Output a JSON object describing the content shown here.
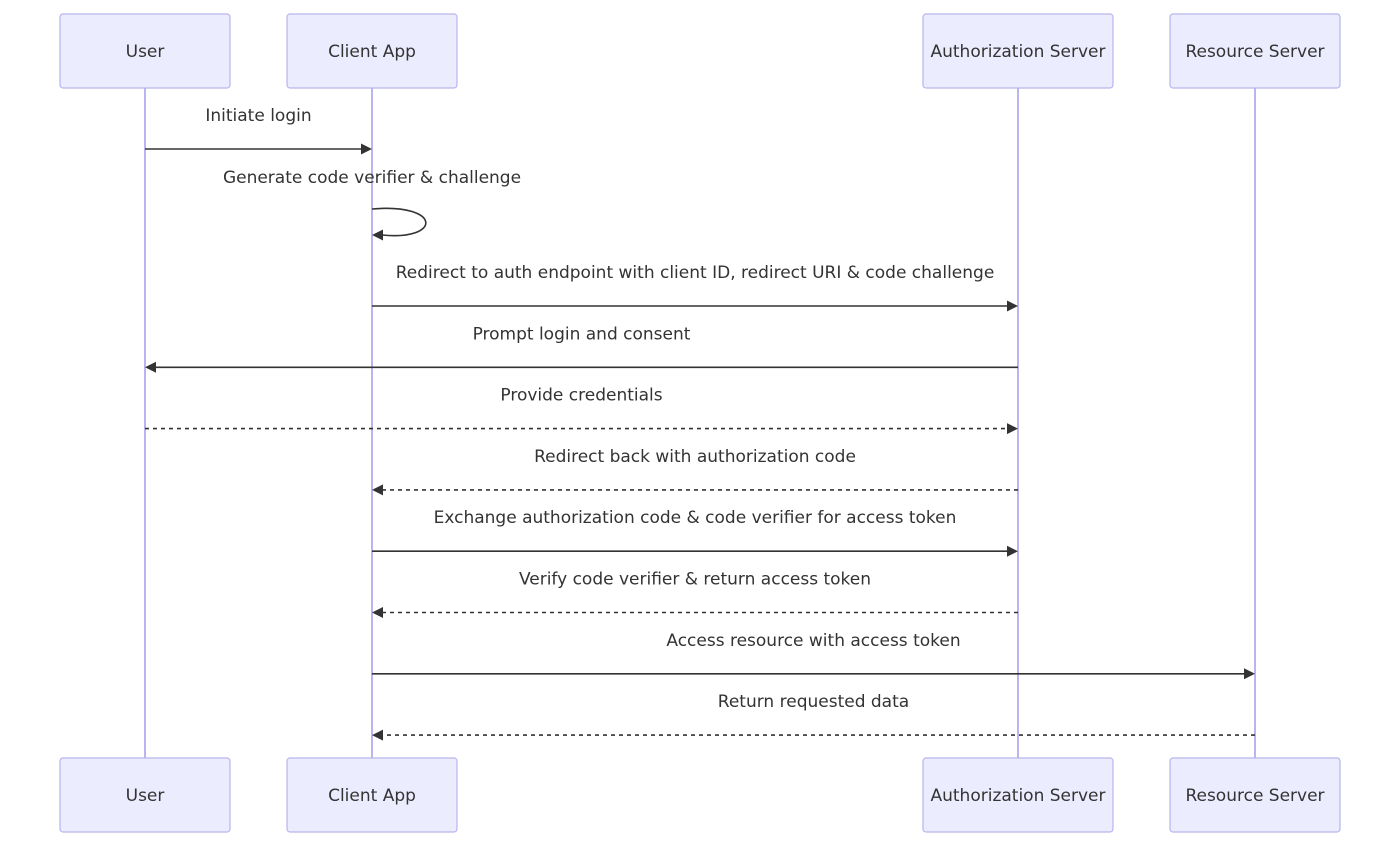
{
  "colors": {
    "actor_fill": "#ececff",
    "actor_border": "#b8b4ec",
    "lifeline": "#b9b5f0",
    "text": "#333333",
    "arrow": "#333333"
  },
  "participants": [
    {
      "id": "user",
      "label": "User"
    },
    {
      "id": "client",
      "label": "Client App"
    },
    {
      "id": "auth",
      "label": "Authorization Server"
    },
    {
      "id": "resource",
      "label": "Resource Server"
    }
  ],
  "messages": [
    {
      "from": "user",
      "to": "client",
      "label": "Initiate login",
      "style": "solid"
    },
    {
      "from": "client",
      "to": "client",
      "label": "Generate code verifier & challenge",
      "style": "solid"
    },
    {
      "from": "client",
      "to": "auth",
      "label": "Redirect to auth endpoint with client ID, redirect URI & code challenge",
      "style": "solid"
    },
    {
      "from": "auth",
      "to": "user",
      "label": "Prompt login and consent",
      "style": "solid"
    },
    {
      "from": "user",
      "to": "auth",
      "label": "Provide credentials",
      "style": "dashed"
    },
    {
      "from": "auth",
      "to": "client",
      "label": "Redirect back with authorization code",
      "style": "dashed"
    },
    {
      "from": "client",
      "to": "auth",
      "label": "Exchange authorization code & code verifier for access token",
      "style": "solid"
    },
    {
      "from": "auth",
      "to": "client",
      "label": "Verify code verifier & return access token",
      "style": "dashed"
    },
    {
      "from": "client",
      "to": "resource",
      "label": "Access resource with access token",
      "style": "solid"
    },
    {
      "from": "resource",
      "to": "client",
      "label": "Return requested data",
      "style": "dashed"
    }
  ]
}
